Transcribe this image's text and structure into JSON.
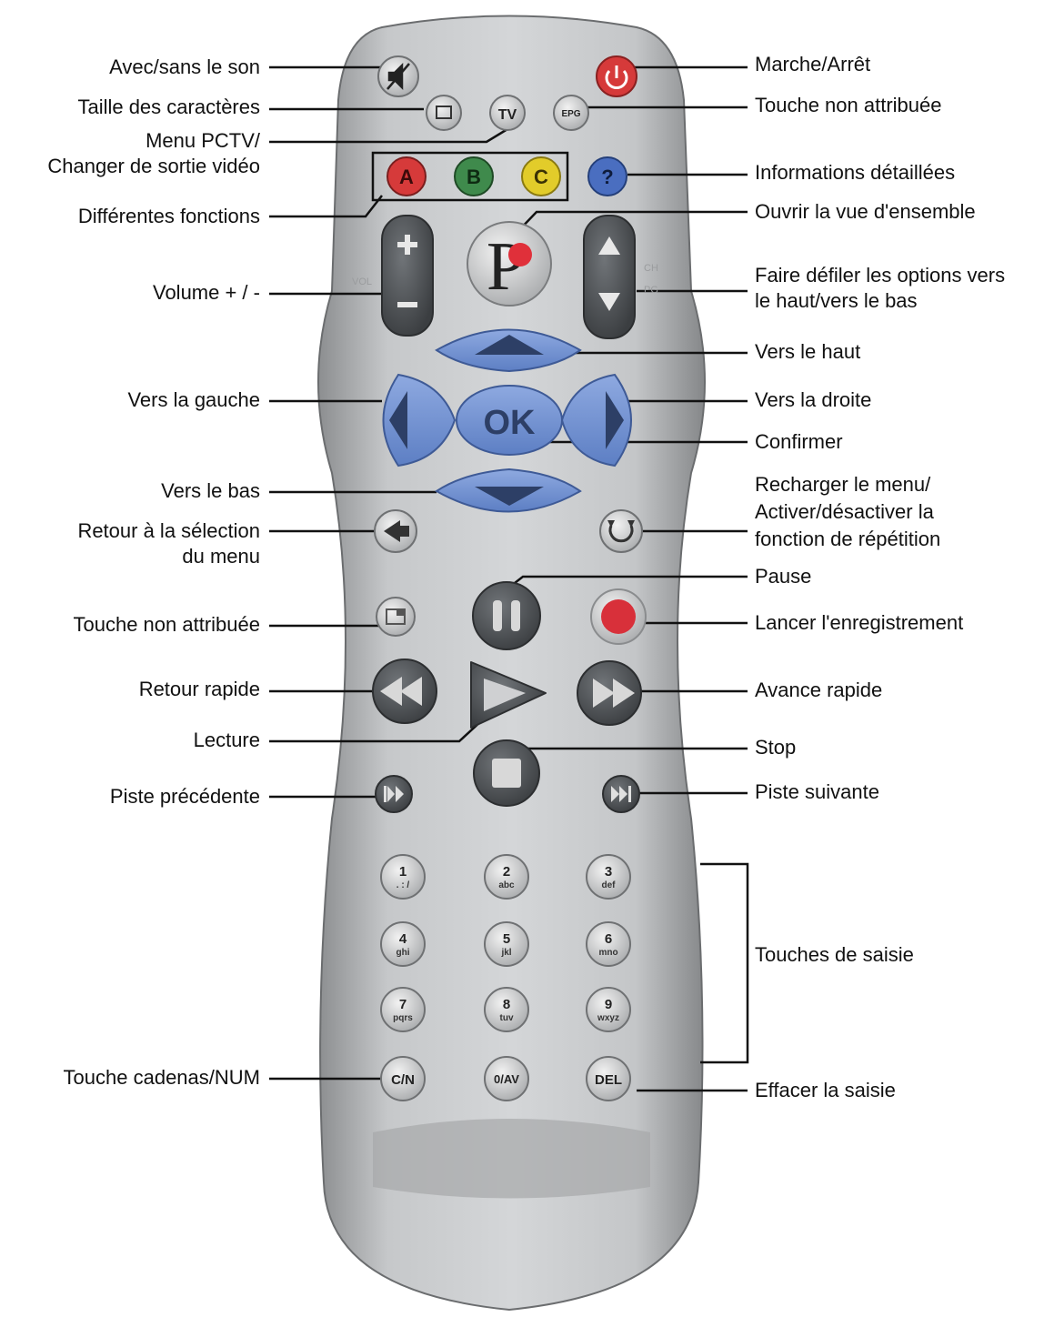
{
  "labels_left": {
    "mute": "Avec/sans le son",
    "font_size": "Taille des caractères",
    "pctv_menu": [
      "Menu PCTV/",
      "Changer de sortie vidéo"
    ],
    "functions": "Différentes fonctions",
    "volume": "Volume + / -",
    "left": "Vers la gauche",
    "down": "Vers le bas",
    "back": [
      "Retour à la sélection",
      "du menu"
    ],
    "unassigned_2": "Touche non attribuée",
    "rewind": "Retour rapide",
    "play": "Lecture",
    "prev_track": "Piste précédente",
    "lock_num": "Touche cadenas/NUM"
  },
  "labels_right": {
    "power": "Marche/Arrêt",
    "unassigned_1": "Touche non attribuée",
    "info": "Informations détaillées",
    "overview": "Ouvrir la vue d'ensemble",
    "channel": [
      "Faire défiler les options vers",
      "le haut/vers le bas"
    ],
    "up": "Vers le haut",
    "right": "Vers la droite",
    "ok": "Confirmer",
    "reload": [
      "Recharger le menu/",
      "Activer/désactiver la",
      "fonction de répétition"
    ],
    "pause": "Pause",
    "record": "Lancer l'enregistrement",
    "fast_forward": "Avance rapide",
    "stop": "Stop",
    "next_track": "Piste suivante",
    "input_keys": "Touches de saisie",
    "delete": "Effacer la saisie"
  },
  "remote": {
    "tv": "TV",
    "epg": "EPG",
    "a": "A",
    "b": "B",
    "c": "C",
    "help": "?",
    "logo": "P",
    "ok": "OK",
    "vol": "VOL",
    "ch": "CH",
    "pg": "PG",
    "keys": [
      {
        "d": "1",
        "s": ". : /"
      },
      {
        "d": "2",
        "s": "abc"
      },
      {
        "d": "3",
        "s": "def"
      },
      {
        "d": "4",
        "s": "ghi"
      },
      {
        "d": "5",
        "s": "jkl"
      },
      {
        "d": "6",
        "s": "mno"
      },
      {
        "d": "7",
        "s": "pqrs"
      },
      {
        "d": "8",
        "s": "tuv"
      },
      {
        "d": "9",
        "s": "wxyz"
      }
    ],
    "cn": "C/N",
    "zero_av": "0/AV",
    "del": "DEL"
  },
  "colors": {
    "body": "#b9bbbd",
    "dark_button": "#4e5154",
    "blue_button": "#6f8fd0",
    "red": "#d63a3a",
    "green": "#3f8a4c",
    "yellow": "#e2cc2a",
    "help_blue": "#4a6ec0"
  }
}
